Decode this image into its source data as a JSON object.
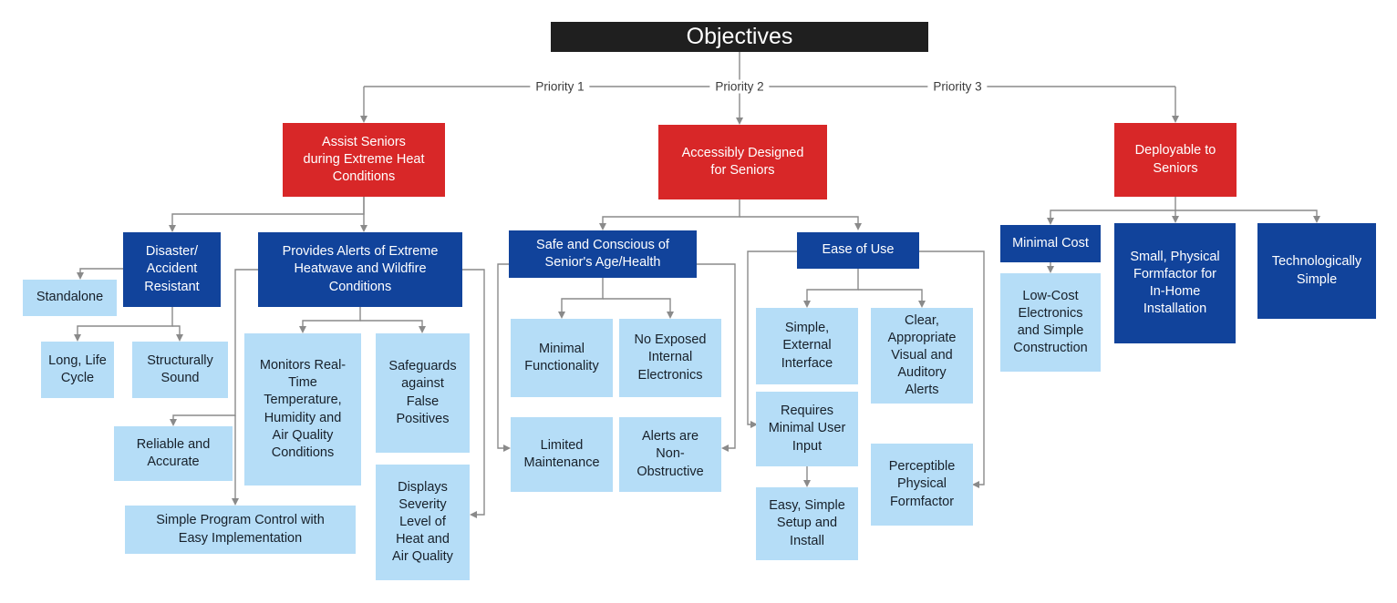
{
  "diagram": {
    "title": "Objectives",
    "type": "objectives-tree",
    "colors": {
      "root": "#1f1f1f",
      "priority": "#d82728",
      "category": "#11439b",
      "detail": "#b5ddf7",
      "connector": "#8a8a8a",
      "text_light": "#ffffff",
      "text_dark": "#17202a"
    },
    "edge_labels": [
      {
        "id": "priority-1",
        "text": "Priority 1"
      },
      {
        "id": "priority-2",
        "text": "Priority 2"
      },
      {
        "id": "priority-3",
        "text": "Priority 3"
      }
    ],
    "nodes": {
      "root": "Objectives",
      "p1": "Assist Seniors\nduring Extreme Heat\nConditions",
      "p2": "Accessibly Designed\nfor Seniors",
      "p3": "Deployable to\nSeniors",
      "p1c1": "Disaster/\nAccident\nResistant",
      "p1c2": "Provides Alerts of Extreme\nHeatwave and Wildfire\nConditions",
      "p1c1d1": "Standalone",
      "p1c1d2": "Long, Life\nCycle",
      "p1c1d3": "Structurally\nSound",
      "p1c1d4": "Reliable and\nAccurate",
      "p1c2d1": "Monitors Real-\nTime\nTemperature,\nHumidity and\nAir Quality\nConditions",
      "p1c2d2": "Safeguards\nagainst\nFalse\nPositives",
      "p1c2d3": "Displays\nSeverity\nLevel of\nHeat and\nAir Quality",
      "p1c2d4": "Simple Program Control with\nEasy Implementation",
      "p2c1": "Safe and Conscious of\nSenior's Age/Health",
      "p2c2": "Ease of Use",
      "p2c1d1": "Minimal\nFunctionality",
      "p2c1d2": "No Exposed\nInternal\nElectronics",
      "p2c1d3": "Limited\nMaintenance",
      "p2c1d4": "Alerts are\nNon-\nObstructive",
      "p2c2d1": "Simple,\nExternal\nInterface",
      "p2c2d2": "Clear,\nAppropriate\nVisual and\nAuditory\nAlerts",
      "p2c2d3": "Requires\nMinimal User\nInput",
      "p2c2d4": "Easy, Simple\nSetup and\nInstall",
      "p2c2d5": "Perceptible\nPhysical\nFormfactor",
      "p3c1": "Minimal Cost",
      "p3c2": "Small, Physical\nFormfactor for\nIn-Home\nInstallation",
      "p3c3": "Technologically\nSimple",
      "p3c1d1": "Low-Cost\nElectronics\nand Simple\nConstruction"
    }
  }
}
